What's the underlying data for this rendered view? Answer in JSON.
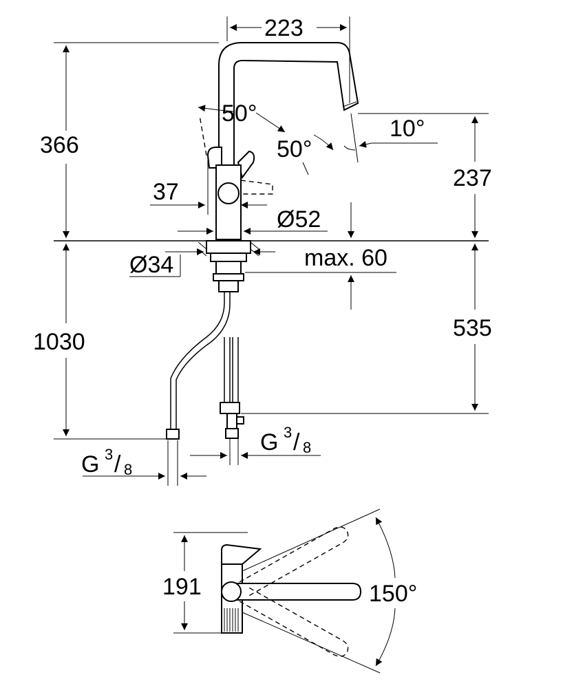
{
  "dimensions": {
    "spout_reach": "223",
    "total_height": "366",
    "spout_angle_left": "50°",
    "spout_angle_right": "50°",
    "spout_tilt": "10°",
    "outlet_height": "237",
    "lever_offset": "37",
    "body_diameter": "Ø52",
    "hole_diameter": "Ø34",
    "max_thickness": "max. 60",
    "hose_length": "1030",
    "under_counter": "535",
    "top_height": "191",
    "swivel_angle": "150°"
  },
  "connections": {
    "left": {
      "prefix": "G",
      "numerator": "3",
      "slash": "/",
      "denominator": "8"
    },
    "right": {
      "prefix": "G",
      "numerator": "3",
      "slash": "/",
      "denominator": "8"
    }
  }
}
